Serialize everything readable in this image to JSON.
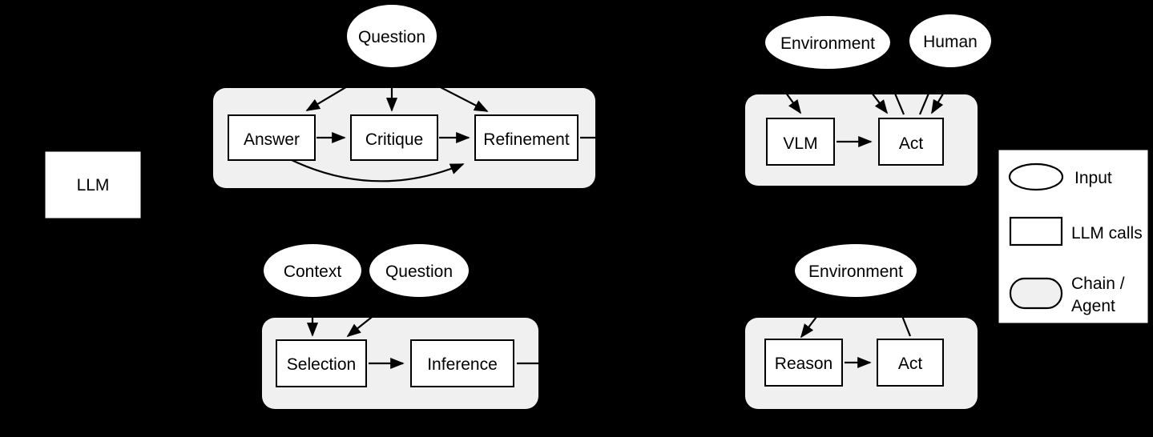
{
  "figure": {
    "background_color": "#000000",
    "chain_fill_color": "#f0f0f0",
    "node_fill_color": "#ffffff",
    "stroke_color": "#000000"
  },
  "standalone": {
    "llm_label": "LLM"
  },
  "panels": [
    {
      "id": "self-refine",
      "inputs": [
        {
          "label": "Question"
        }
      ],
      "nodes": [
        {
          "label": "Answer"
        },
        {
          "label": "Critique"
        },
        {
          "label": "Refinement"
        }
      ],
      "has_output_stub": true
    },
    {
      "id": "vlm-agent",
      "inputs": [
        {
          "label": "Environment"
        },
        {
          "label": "Human"
        }
      ],
      "nodes": [
        {
          "label": "VLM"
        },
        {
          "label": "Act"
        }
      ],
      "has_output_stub": false
    },
    {
      "id": "selection-inference",
      "inputs": [
        {
          "label": "Context"
        },
        {
          "label": "Question"
        }
      ],
      "nodes": [
        {
          "label": "Selection"
        },
        {
          "label": "Inference"
        }
      ],
      "has_output_stub": true
    },
    {
      "id": "reason-act",
      "inputs": [
        {
          "label": "Environment"
        }
      ],
      "nodes": [
        {
          "label": "Reason"
        },
        {
          "label": "Act"
        }
      ],
      "has_output_stub": false
    }
  ],
  "legend": {
    "items": [
      {
        "shape": "ellipse",
        "label": "Input"
      },
      {
        "shape": "rectangle",
        "label": "LLM calls"
      },
      {
        "shape": "rounded-rectangle",
        "label_line1": "Chain /",
        "label_line2": "Agent"
      }
    ]
  }
}
